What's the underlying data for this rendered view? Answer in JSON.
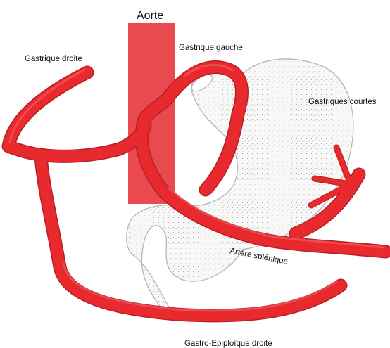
{
  "labels": {
    "aorte": "Aorte",
    "gastrique_gauche": "Gastrique gauche",
    "gastrique_droite": "Gastrique droite",
    "gastriques_courtes": "Gastriques courtes",
    "artere_splenique": "Artère splénique",
    "gastro_epiploique_droite": "Gastro-Epiploïque droite"
  },
  "colors": {
    "artery": "#e8292e",
    "artery_shade": "#b81e22",
    "aorta": "#e94a50",
    "stomach_fill": "#f7f7f7",
    "stomach_outline": "#b5b5b5",
    "text": "#111111"
  }
}
